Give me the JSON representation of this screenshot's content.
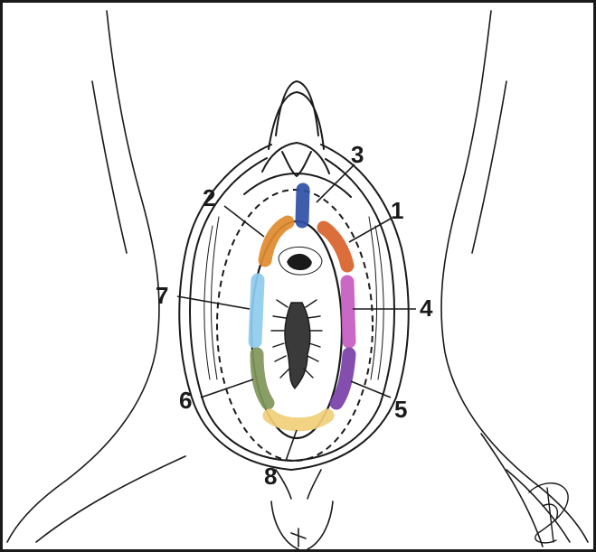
{
  "figure": {
    "frame_color": "#1a1a1a",
    "ink_color": "#1a1a1a"
  },
  "callouts": [
    {
      "id": "1",
      "label": "1",
      "zone_color": "#d9622b"
    },
    {
      "id": "2",
      "label": "2",
      "zone_color": "#e08a2c"
    },
    {
      "id": "3",
      "label": "3",
      "zone_color": "#2f4fa6"
    },
    {
      "id": "4",
      "label": "4",
      "zone_color": "#c45cc0"
    },
    {
      "id": "5",
      "label": "5",
      "zone_color": "#7a3fa8"
    },
    {
      "id": "6",
      "label": "6",
      "zone_color": "#7f955a"
    },
    {
      "id": "7",
      "label": "7",
      "zone_color": "#8ecbee"
    },
    {
      "id": "8",
      "label": "8",
      "zone_color": "#f1cf7a"
    }
  ]
}
